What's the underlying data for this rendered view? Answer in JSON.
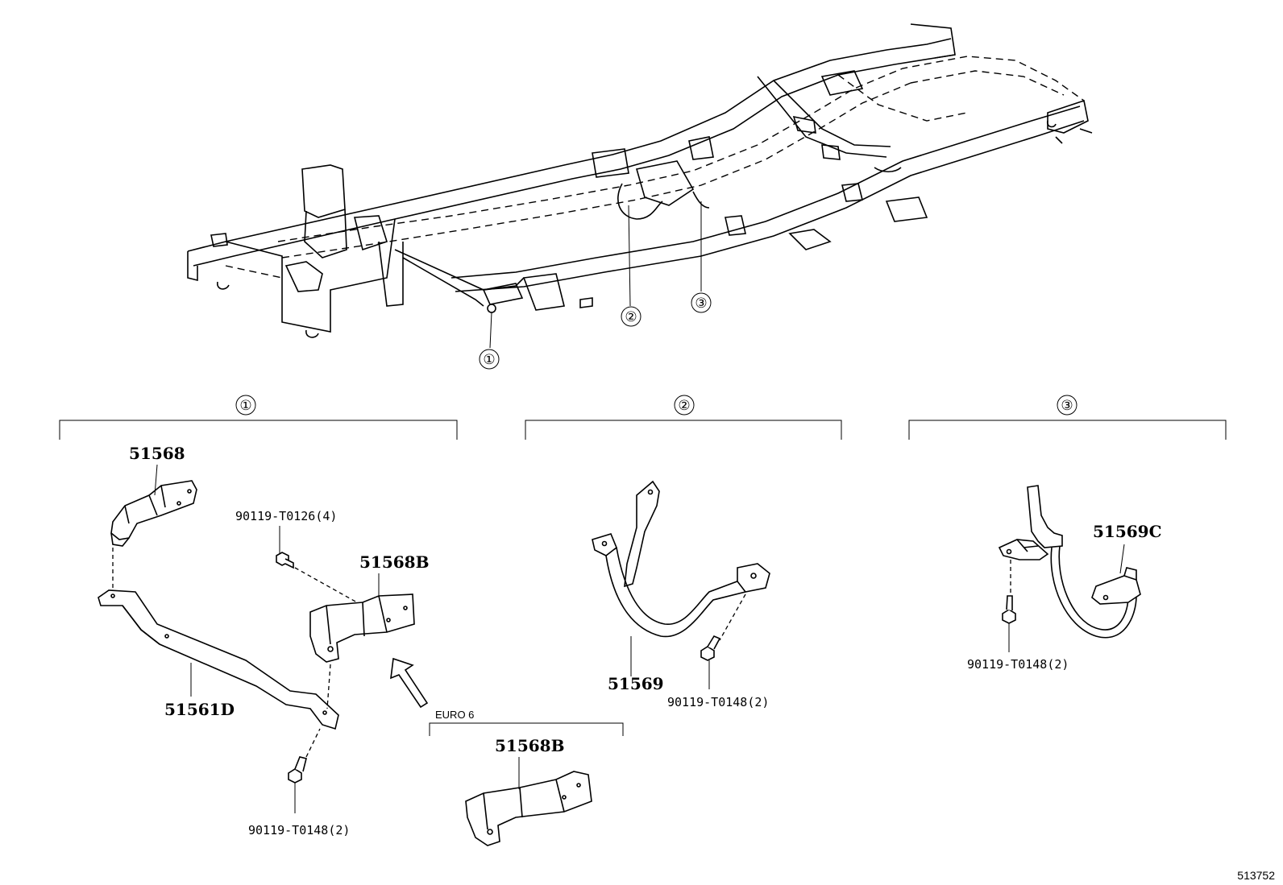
{
  "diagram_code": "513752",
  "callouts": {
    "frame": [
      "①",
      "②",
      "③"
    ],
    "groups": [
      "①",
      "②",
      "③"
    ]
  },
  "group1": {
    "part_top": "51568",
    "part_crossmember": "51561D",
    "part_bracket": "51568B",
    "bolt_upper": "90119-T0126(4)",
    "bolt_lower": "90119-T0148(2)"
  },
  "euro": {
    "label": "EURO 6",
    "part_bracket": "51568B"
  },
  "group2": {
    "part_strap": "51569",
    "bolt": "90119-T0148(2)"
  },
  "group3": {
    "part_strap": "51569C",
    "bolt": "90119-T0148(2)"
  }
}
